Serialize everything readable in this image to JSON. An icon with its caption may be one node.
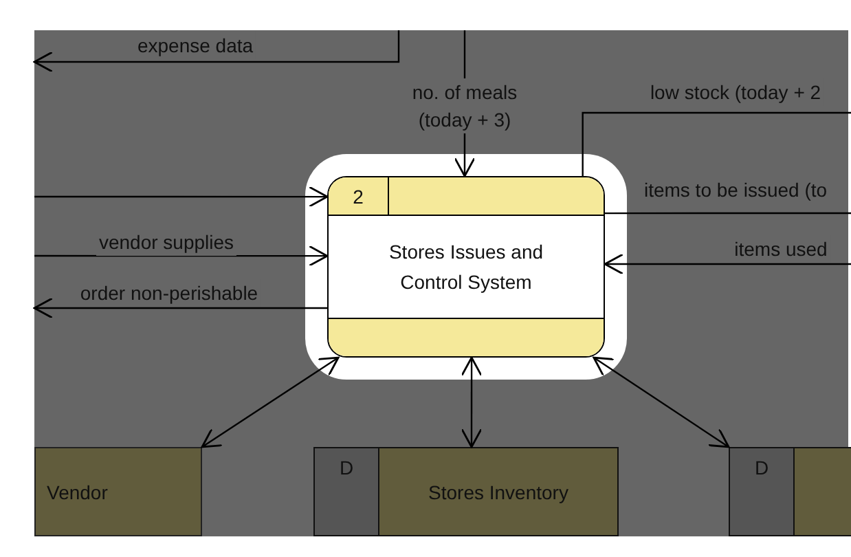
{
  "diagram": {
    "nodes": [
      {
        "text": [
          "2",
          "Stores Issues and Control System"
        ]
      },
      {
        "text": [
          "Vendor"
        ]
      },
      {
        "text": [
          "D",
          "Stores Inventory"
        ]
      },
      {
        "text": [
          "D"
        ]
      }
    ],
    "edges": [
      {
        "from": null,
        "to": 0,
        "arrow": "to"
      },
      {
        "from": null,
        "to": 0,
        "label": "no. of meals (today + 3)",
        "arrow": "to"
      },
      {
        "from": 0,
        "to": null,
        "label": "low stock (today + 2",
        "arrow": "none"
      },
      {
        "from": 0,
        "to": null,
        "label": "items to be issued (to",
        "arrow": "none"
      },
      {
        "from": null,
        "to": 0,
        "label": "items used",
        "arrow": "to"
      },
      {
        "from": null,
        "to": 0,
        "label": "vendor supplies",
        "arrow": "to"
      },
      {
        "from": 0,
        "to": null,
        "label": "order non-perishable",
        "arrow": "to"
      },
      {
        "from": 0,
        "to": 1,
        "arrow": "both"
      },
      {
        "from": 0,
        "to": 2,
        "arrow": "both"
      },
      {
        "from": 0,
        "to": 3,
        "arrow": "both"
      }
    ],
    "labels": [
      "expense data"
    ]
  }
}
